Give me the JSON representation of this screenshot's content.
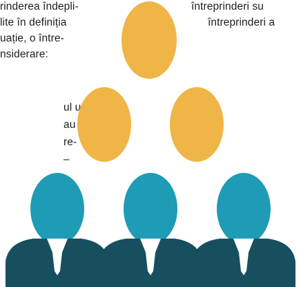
{
  "left_column": {
    "lines": [
      "rinderea îndepli-",
      "lite în definiția",
      "uație, o între-",
      "nsiderare:",
      "ul unei",
      "au",
      "re-",
      "–"
    ]
  },
  "right_column": {
    "lines": [
      "întreprinderi su",
      "întreprinderi a"
    ]
  },
  "illustration": {
    "icon": "people-hierarchy-icon",
    "colors": {
      "head_orange": "#f0b547",
      "head_teal": "#1e9bb5",
      "suit_dark": "#184f5f",
      "shirt": "#ffffff"
    }
  }
}
